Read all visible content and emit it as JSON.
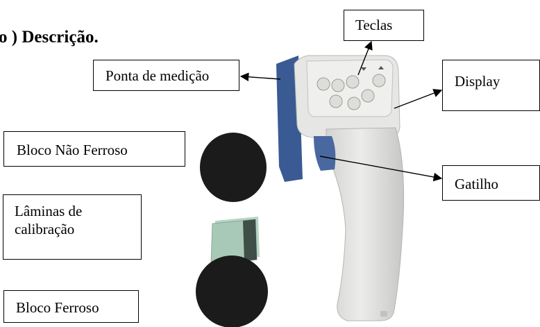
{
  "heading": "o ) Descrição.",
  "labels": {
    "teclas": "Teclas",
    "ponta": "Ponta de medição",
    "display": "Display",
    "bloco_nao_ferroso": "Bloco Não Ferroso",
    "gatilho": "Gatilho",
    "laminas_line1": "Lâminas de",
    "laminas_line2": "calibração",
    "bloco_ferroso": "Bloco Ferroso"
  },
  "colors": {
    "device_body": "#e4e4e2",
    "device_blue": "#3a5a94",
    "disc": "#1b1b1b",
    "foil": "#a9c9b8"
  }
}
